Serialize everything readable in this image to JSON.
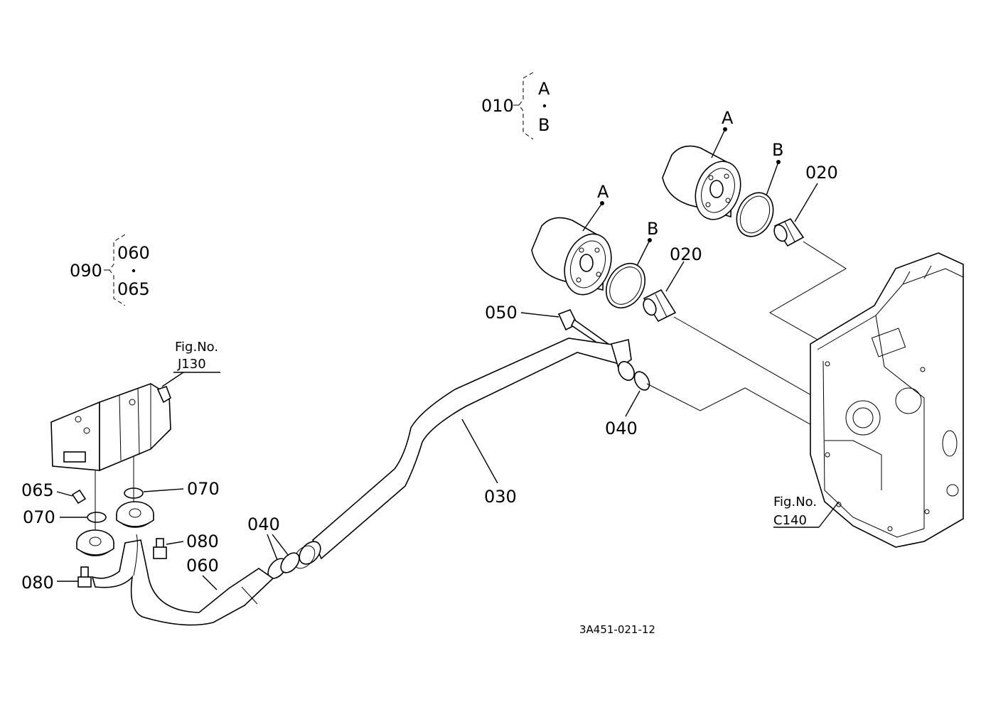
{
  "callouts": {
    "c010": "010",
    "cA_top": "A",
    "cB_top": "B",
    "c060_top": "060",
    "c065_top": "065",
    "c090": "090",
    "cA_1": "A",
    "cB_1": "B",
    "c020_1": "020",
    "cA_2": "A",
    "cB_2": "B",
    "c020_2": "020",
    "c050": "050",
    "c040_right": "040",
    "c030": "030",
    "c040_left": "040",
    "c060": "060",
    "c065": "065",
    "c070_left": "070",
    "c070_right": "070",
    "c080_left": "080",
    "c080_right": "080"
  },
  "references": {
    "fig_j130_line1": "Fig.No.",
    "fig_j130_line2": "J130",
    "fig_c140_line1": "Fig.No.",
    "fig_c140_line2": "C140"
  },
  "drawing_number": "3A451-021-12"
}
